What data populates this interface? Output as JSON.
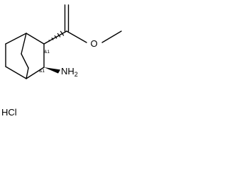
{
  "molecule": {
    "atoms": {
      "ester_oxygen": "O",
      "amine": "NH",
      "amine_subscript": "2"
    },
    "stereo_labels": [
      "&1",
      "&1"
    ],
    "salt": "HCl"
  },
  "colors": {
    "bond": "#000000",
    "text": "#000000",
    "background": "#ffffff"
  }
}
